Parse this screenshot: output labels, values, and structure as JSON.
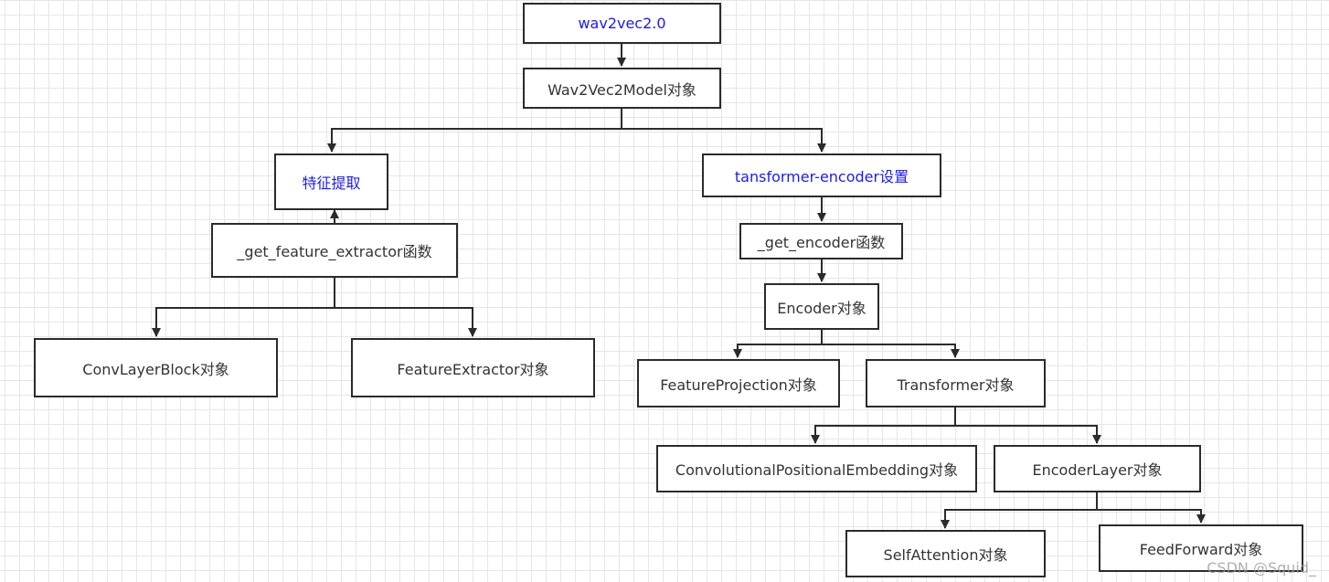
{
  "diagram": {
    "nodes": [
      {
        "id": "wav2vec2",
        "label": "wav2vec2.0",
        "highlight": true
      },
      {
        "id": "model",
        "label": "Wav2Vec2Model对象",
        "highlight": false
      },
      {
        "id": "feature_extract",
        "label": "特征提取",
        "highlight": true
      },
      {
        "id": "transformer_encoder",
        "label": "tansformer-encoder设置",
        "highlight": true
      },
      {
        "id": "get_feature_extractor",
        "label": "_get_feature_extractor函数",
        "highlight": false
      },
      {
        "id": "get_encoder",
        "label": "_get_encoder函数",
        "highlight": false
      },
      {
        "id": "conv_layer_block",
        "label": "ConvLayerBlock对象",
        "highlight": false
      },
      {
        "id": "feature_extractor",
        "label": "FeatureExtractor对象",
        "highlight": false
      },
      {
        "id": "encoder",
        "label": "Encoder对象",
        "highlight": false
      },
      {
        "id": "feature_projection",
        "label": "FeatureProjection对象",
        "highlight": false
      },
      {
        "id": "transformer",
        "label": "Transformer对象",
        "highlight": false
      },
      {
        "id": "conv_pos_embedding",
        "label": "ConvolutionalPositionalEmbedding对象",
        "highlight": false
      },
      {
        "id": "encoder_layer",
        "label": "EncoderLayer对象",
        "highlight": false
      },
      {
        "id": "self_attention",
        "label": "SelfAttention对象",
        "highlight": false
      },
      {
        "id": "feed_forward",
        "label": "FeedForward对象",
        "highlight": false
      }
    ],
    "edges": [
      {
        "from": "wav2vec2",
        "to": "model"
      },
      {
        "from": "model",
        "to": "feature_extract"
      },
      {
        "from": "model",
        "to": "transformer_encoder"
      },
      {
        "from": "get_feature_extractor",
        "to": "feature_extract"
      },
      {
        "from": "transformer_encoder",
        "to": "get_encoder"
      },
      {
        "from": "get_feature_extractor",
        "to": "conv_layer_block"
      },
      {
        "from": "get_feature_extractor",
        "to": "feature_extractor"
      },
      {
        "from": "get_encoder",
        "to": "encoder"
      },
      {
        "from": "encoder",
        "to": "feature_projection"
      },
      {
        "from": "encoder",
        "to": "transformer"
      },
      {
        "from": "transformer",
        "to": "conv_pos_embedding"
      },
      {
        "from": "transformer",
        "to": "encoder_layer"
      },
      {
        "from": "encoder_layer",
        "to": "self_attention"
      },
      {
        "from": "encoder_layer",
        "to": "feed_forward"
      }
    ],
    "colors": {
      "highlight_text": "#1a1aff",
      "text": "#333333",
      "line": "#2b2b2b",
      "grid": "#e6e6e6"
    }
  },
  "watermark": "CSDN @Squid_"
}
